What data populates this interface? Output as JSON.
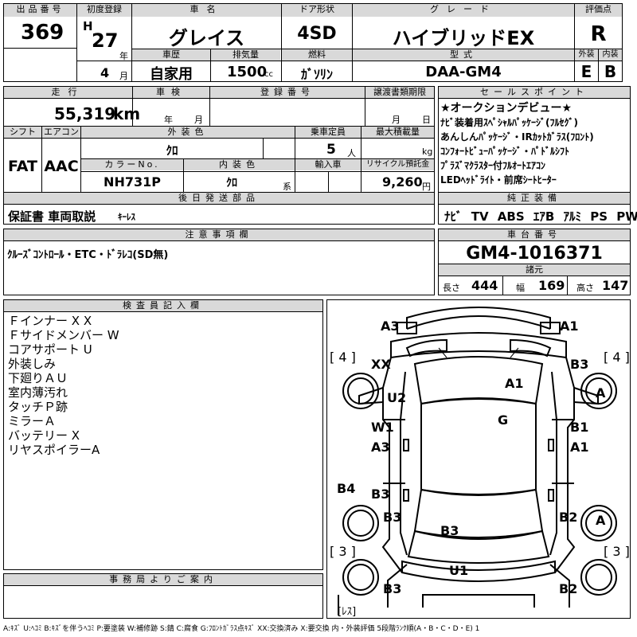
{
  "top": {
    "lot_header": "出品番号",
    "lot_value": "369",
    "first_reg_header": "初度登録",
    "era_h": "H",
    "year_value": "27",
    "year_unit": "年",
    "month_value": "4",
    "month_unit": "月",
    "name_header": "車名",
    "name_value": "グレイス",
    "door_header": "ドア形状",
    "door_value": "4SD",
    "grade_header": "グレード",
    "grade_value": "ハイブリッドEX",
    "score_header": "評価点",
    "score_value": "R",
    "history_header": "車歴",
    "history_value": "自家用",
    "displacement_header": "排気量",
    "displacement_value": "1500",
    "displacement_unit": "cc",
    "fuel_header": "燃料",
    "fuel_value": "ｶﾞｿﾘﾝ",
    "model_header": "型式",
    "model_value": "DAA-GM4",
    "ext_header": "外装",
    "ext_value": "E",
    "int_header": "内装",
    "int_value": "B"
  },
  "mid": {
    "mileage_header": "走行",
    "mileage_value": "55,319",
    "mileage_unit": "km",
    "inspection_header": "車検",
    "inspection_year": "年",
    "inspection_month": "月",
    "regno_header": "登録番号",
    "transfer_header": "譲渡書類期限",
    "transfer_month": "月",
    "transfer_day": "日",
    "shift_header": "シフト",
    "shift_value": "FAT",
    "ac_header": "エアコン",
    "ac_value": "AAC",
    "color_header": "外装色",
    "color_value": "ｸﾛ",
    "capacity_header": "乗車定員",
    "capacity_value": "5",
    "capacity_unit": "人",
    "maxload_header": "最大積載量",
    "maxload_unit": "kg",
    "colorno_header": "カラーNo.",
    "colorno_value": "NH731P",
    "intcolor_header": "内装色",
    "intcolor_value": "ｸﾛ",
    "intcolor_unit": "系",
    "import_header": "輸入車",
    "recycle_header": "リサイクル預託金",
    "recycle_value": "9,260",
    "recycle_unit": "円",
    "parts_header": "後日発送部品",
    "parts_value": "保証書 車両取説",
    "parts_small": "ｷｰﾚｽ"
  },
  "sales": {
    "header": "セールスポイント",
    "lines": [
      "★オークションデビュー★",
      "ﾅﾋﾞ装着用ｽﾍﾟｼｬﾙﾊﾟｯｹｰｼﾞ(ﾌﾙｾｸﾞ)",
      "あんしんﾊﾟｯｹｰｼﾞ・IRｶｯﾄｶﾞﾗｽ(ﾌﾛﾝﾄ)",
      "ｺﾝﾌｫｰﾄﾋﾞｭｰﾊﾟｯｹｰｼﾞ・ﾊﾟﾄﾞﾙｼﾌﾄ",
      "ﾌﾟﾗｽﾞﾏｸﾗｽﾀｰ付ﾌﾙｵｰﾄｴｱｺﾝ",
      "LEDﾍｯﾄﾞﾗｲﾄ・前席ｼｰﾄﾋｰﾀｰ"
    ],
    "equip_header": "純正装備",
    "equip_value": "ﾅﾋﾞ TV ABS ｴｱB ｱﾙﾐ PS PW"
  },
  "notes": {
    "header": "注意事項欄",
    "value": "ｸﾙｰｽﾞｺﾝﾄﾛｰﾙ・ETC・ﾄﾞﾗﾚｺ(SD無)"
  },
  "chassis": {
    "header": "車台番号",
    "value": "GM4-1016371",
    "dims_header": "諸元",
    "length_label": "長さ",
    "length_value": "444",
    "width_label": "幅",
    "width_value": "169",
    "height_label": "高さ",
    "height_value": "147"
  },
  "inspector": {
    "header": "検査員記入欄",
    "lines": [
      "Ｆインナー X X",
      "Ｆサイドメンバー W",
      "コアサポート U",
      "外装しみ",
      "下廻りＡＵ",
      "室内薄汚れ",
      "タッチＰ跡",
      "ミラーＡ",
      "バッテリー X",
      "リヤスポイラーA"
    ]
  },
  "office": {
    "header": "事務局よりご案内"
  },
  "diagram": {
    "labels": {
      "fl_top": "A3",
      "fr_top": "A1",
      "l_bracket_top": "[ 4 ]",
      "r_bracket_top": "[ 4 ]",
      "xx": "XX",
      "b3_rt": "B3",
      "a1_mid": "A1",
      "u2": "U2",
      "a_right_top": "A",
      "g": "G",
      "w1": "W1",
      "b1": "B1",
      "a3_left": "A3",
      "a1_right": "A1",
      "b4": "B4",
      "b3_l1": "B3",
      "b3_l2": "B3",
      "b2_r": "B2",
      "a_right_bot": "A",
      "b3_rear": "B3",
      "l_bracket_bot": "[ 3 ]",
      "r_bracket_bot": "[ 3 ]",
      "u1": "U1",
      "b3_bl": "B3",
      "b2_br": "B2",
      "les": "[ﾚｽ]"
    }
  },
  "legend": "A:ｷｽﾞ U:ﾍｺﾐ B:ｷｽﾞを伴うﾍｺﾐ P:要塗装 W:補修跡 S:錆 C:腐食 G:ﾌﾛﾝﾄｶﾞﾗｽ点ｷｽﾞ XX:交換済み X:要交換 内・外装評価 5段階ﾗﾝｸ順(A・B・C・D・E) 1"
}
